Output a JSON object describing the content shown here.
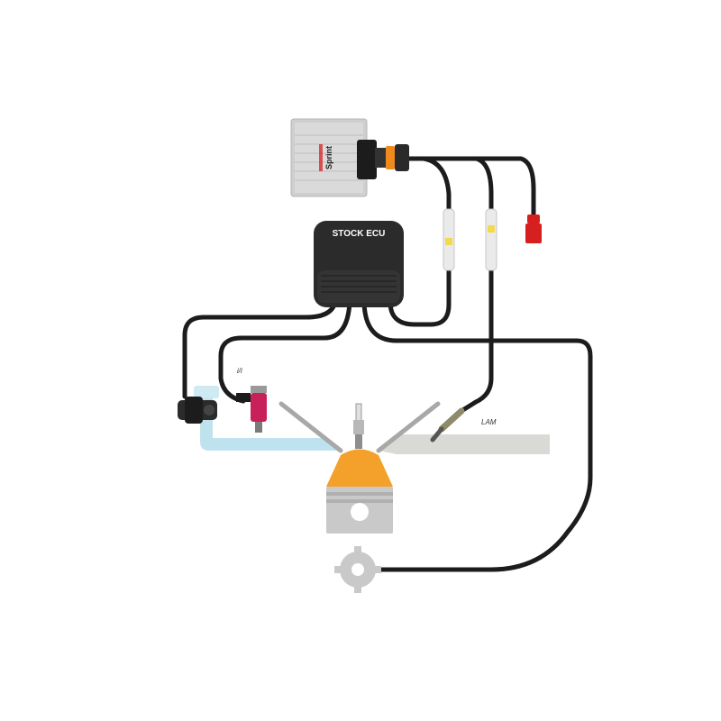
{
  "diagram": {
    "ecu_label": "STOCK ECU",
    "module_brand": "Sprint",
    "injector_label": "i/i",
    "lambda_label": "LAM"
  },
  "colors": {
    "wire": "#1c1c1c",
    "ecu_body": "#2b2b2b",
    "module_body": "#cfcfcf",
    "intake_pipe": "#bfe3ee",
    "exhaust_pipe": "#d9d9d6",
    "injector": "#c8205a",
    "piston_crown": "#f3a12a",
    "piston_body": "#c9c9c9",
    "connector_orange": "#f08a1c",
    "terminal_red": "#d62020",
    "fuse_yellow": "#f2d94e"
  }
}
